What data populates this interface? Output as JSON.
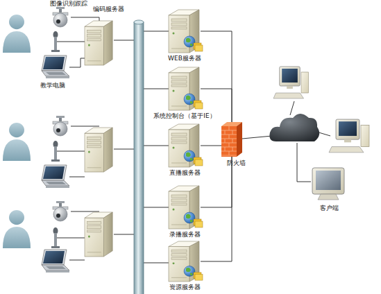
{
  "diagram": {
    "nodes": [
      {
        "text": [
          "图像识别跟踪"
        ]
      },
      {
        "text": [
          "编码服务器"
        ]
      },
      {
        "text": [
          "教学电脑"
        ]
      },
      {
        "text": [
          "WEB服务器"
        ]
      },
      {
        "text": [
          "系统控制台（基于IE）"
        ]
      },
      {
        "text": [
          "直播服务器"
        ]
      },
      {
        "text": [
          "录播服务器"
        ]
      },
      {
        "text": [
          "资源服务器"
        ]
      },
      {
        "text": [
          "防火墙"
        ]
      },
      {
        "text": [
          "客户端"
        ]
      }
    ],
    "edges": [
      {
        "from": 0,
        "to": 1,
        "arrow": "none"
      },
      {
        "from": 2,
        "to": 1,
        "arrow": "none"
      },
      {
        "from": 3,
        "to": 8,
        "arrow": "none"
      },
      {
        "from": 4,
        "to": 8,
        "arrow": "none"
      },
      {
        "from": 5,
        "to": 8,
        "arrow": "none"
      },
      {
        "from": 6,
        "to": 8,
        "arrow": "none"
      },
      {
        "from": 7,
        "to": 8,
        "arrow": "none"
      }
    ]
  }
}
